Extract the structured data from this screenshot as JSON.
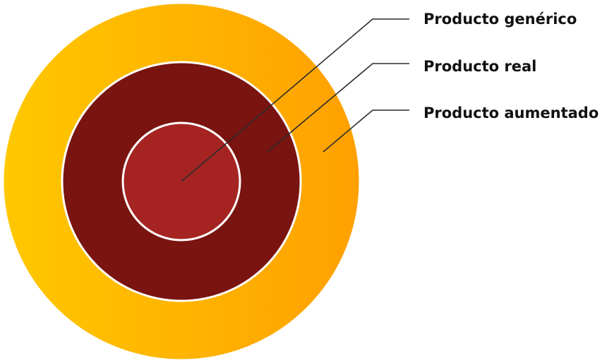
{
  "diagram": {
    "layers": [
      {
        "label": "Producto genérico",
        "color": "#A52422"
      },
      {
        "label": "Producto real",
        "color": "#7A1410"
      },
      {
        "label": "Producto aumentado",
        "color_start": "#FFC800",
        "color_end": "#FFA000"
      }
    ],
    "ring_stroke_color": "#ffffff",
    "leader_color": "#2b2b2b",
    "text_color": "#111111"
  }
}
